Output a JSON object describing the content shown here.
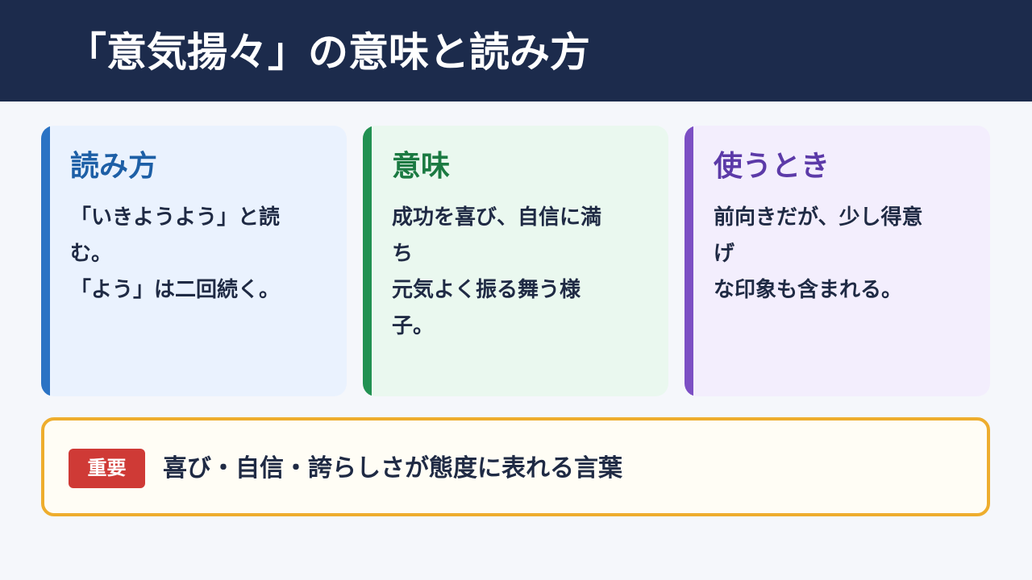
{
  "header": {
    "title": "「意気揚々」の意味と読み方"
  },
  "cards": [
    {
      "heading": "読み方",
      "lines": [
        "「いきようよう」と読",
        "む。",
        "「よう」は二回続く。"
      ]
    },
    {
      "heading": "意味",
      "lines": [
        "成功を喜び、自信に満",
        "ち",
        "元気よく振る舞う様",
        "子。"
      ]
    },
    {
      "heading": "使うとき",
      "lines": [
        "前向きだが、少し得意",
        "げ",
        "な印象も含まれる。"
      ]
    }
  ],
  "note": {
    "badge": "重要",
    "text": "喜び・自信・誇らしさが態度に表れる言葉"
  },
  "colors": {
    "header_bg": "#1c2b4c",
    "reading_accent": "#2b73c4",
    "meaning_accent": "#229152",
    "usage_accent": "#7c4fc4",
    "note_border": "#eead2d",
    "badge_bg": "#cf3a36"
  }
}
